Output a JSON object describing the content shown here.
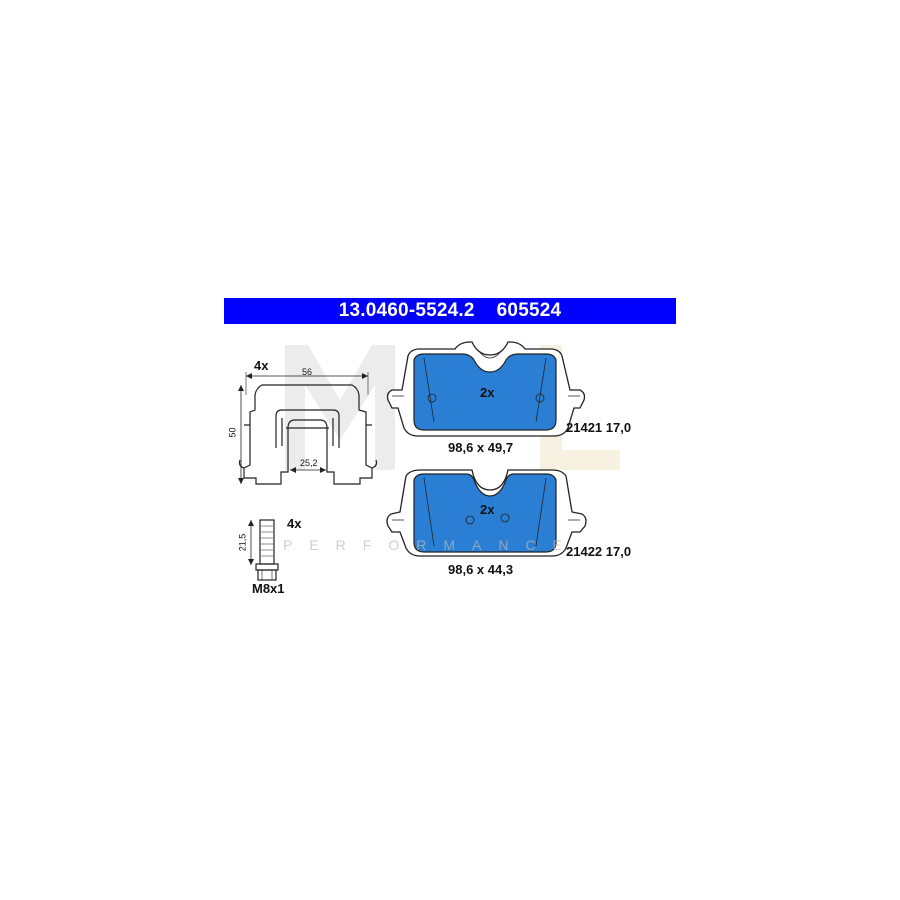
{
  "header": {
    "article_number": "13.0460-5524.2",
    "short_number": "605524",
    "color": "#0000ff"
  },
  "watermark": {
    "logo_text": "ML",
    "tagline": "PERFORMANCE"
  },
  "clip": {
    "quantity": "4x",
    "dim_width": "56",
    "dim_height": "50",
    "dim_inner": "25,2"
  },
  "bolt": {
    "quantity": "4x",
    "dim_length": "21,5",
    "thread": "M8x1"
  },
  "pads": [
    {
      "quantity": "2x",
      "dimensions": "98,6 x 49,7",
      "code": "21421 17,0",
      "fill": "#2a7fd4"
    },
    {
      "quantity": "2x",
      "dimensions": "98,6 x 44,3",
      "code": "21422 17,0",
      "fill": "#2a7fd4"
    }
  ]
}
